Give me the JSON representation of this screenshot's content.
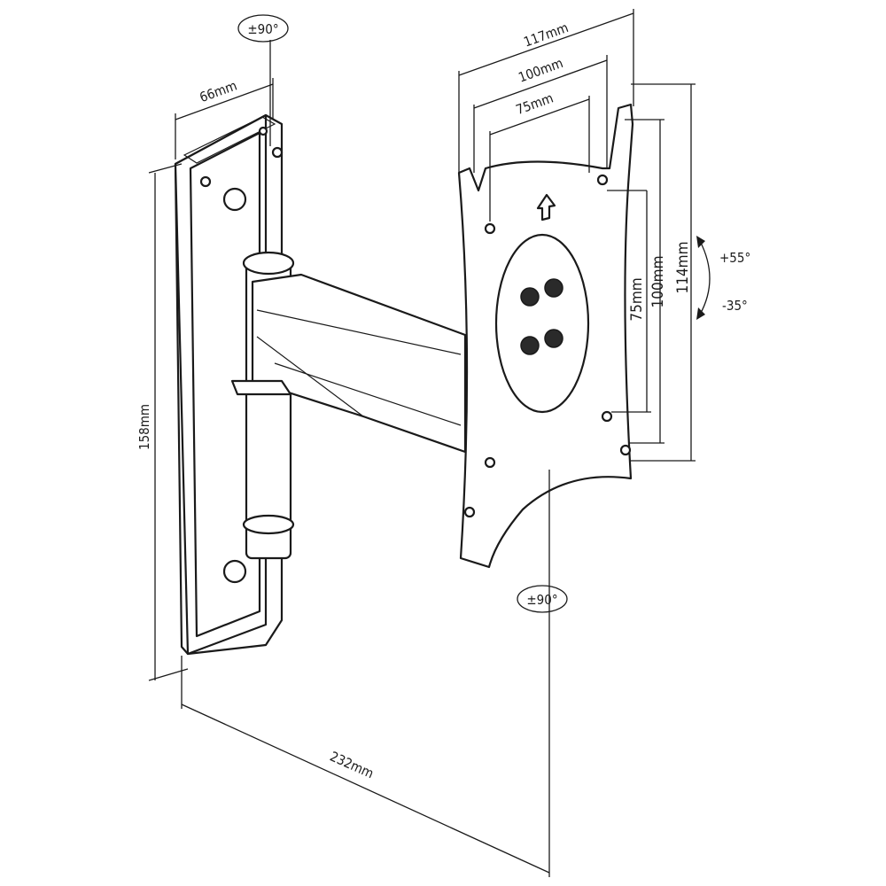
{
  "title": "Wall mount dimension drawing",
  "dimensions": {
    "wall_plate_rotation": "±90°",
    "wall_plate_width": "66mm",
    "wall_plate_height": "158mm",
    "arm_extension": "232mm",
    "vesa_plate_width": "117mm",
    "vesa_horizontal_100": "100mm",
    "vesa_horizontal_75": "75mm",
    "vesa_vertical_75": "75mm",
    "vesa_vertical_100": "100mm",
    "vesa_plate_height": "114mm",
    "tilt_up": "+55°",
    "tilt_down": "-35°",
    "plate_rotation": "±90°"
  }
}
